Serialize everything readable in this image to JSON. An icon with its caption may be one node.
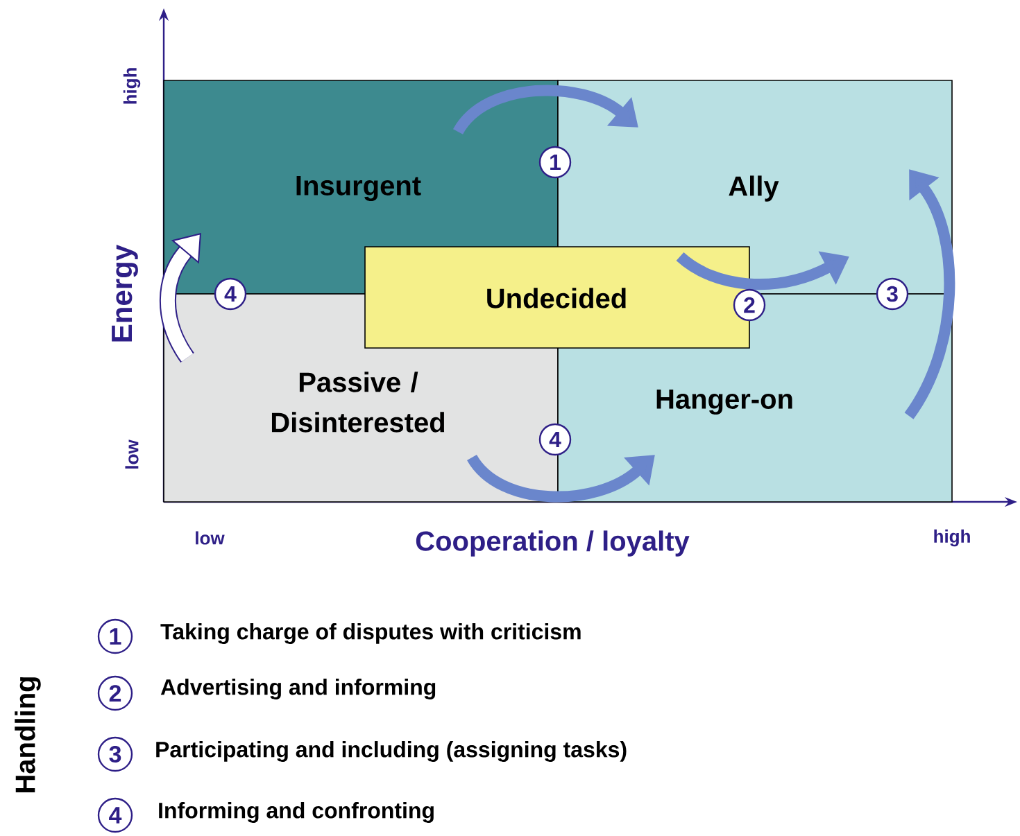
{
  "diagram": {
    "nodes": [
      {
        "text": [
          "Insurgent"
        ]
      },
      {
        "text": [
          "Ally"
        ]
      },
      {
        "text": [
          "Passive / Disinterested"
        ]
      },
      {
        "text": [
          "Hanger-on"
        ]
      },
      {
        "text": [
          "Undecided"
        ]
      }
    ],
    "edges": [
      {
        "from": 0,
        "to": 1,
        "arrow": "to",
        "label": "1"
      },
      {
        "from": 4,
        "to": 1,
        "arrow": "to",
        "label": "2"
      },
      {
        "from": 3,
        "to": 1,
        "arrow": "to",
        "label": "3"
      },
      {
        "from": 2,
        "to": 3,
        "arrow": "to",
        "label": "4"
      },
      {
        "from": 2,
        "to": 0,
        "arrow": "to",
        "label": "4",
        "color": "#2e1f87"
      }
    ],
    "labels": [
      "high",
      "Energy",
      "low",
      "low",
      "Cooperation / loyalty",
      "high",
      "Handling",
      "1",
      "Taking charge of disputes with criticism",
      "2",
      "Advertising and informing",
      "3",
      "Participating and including (assigning tasks)",
      "4",
      "Informing and confronting"
    ]
  }
}
